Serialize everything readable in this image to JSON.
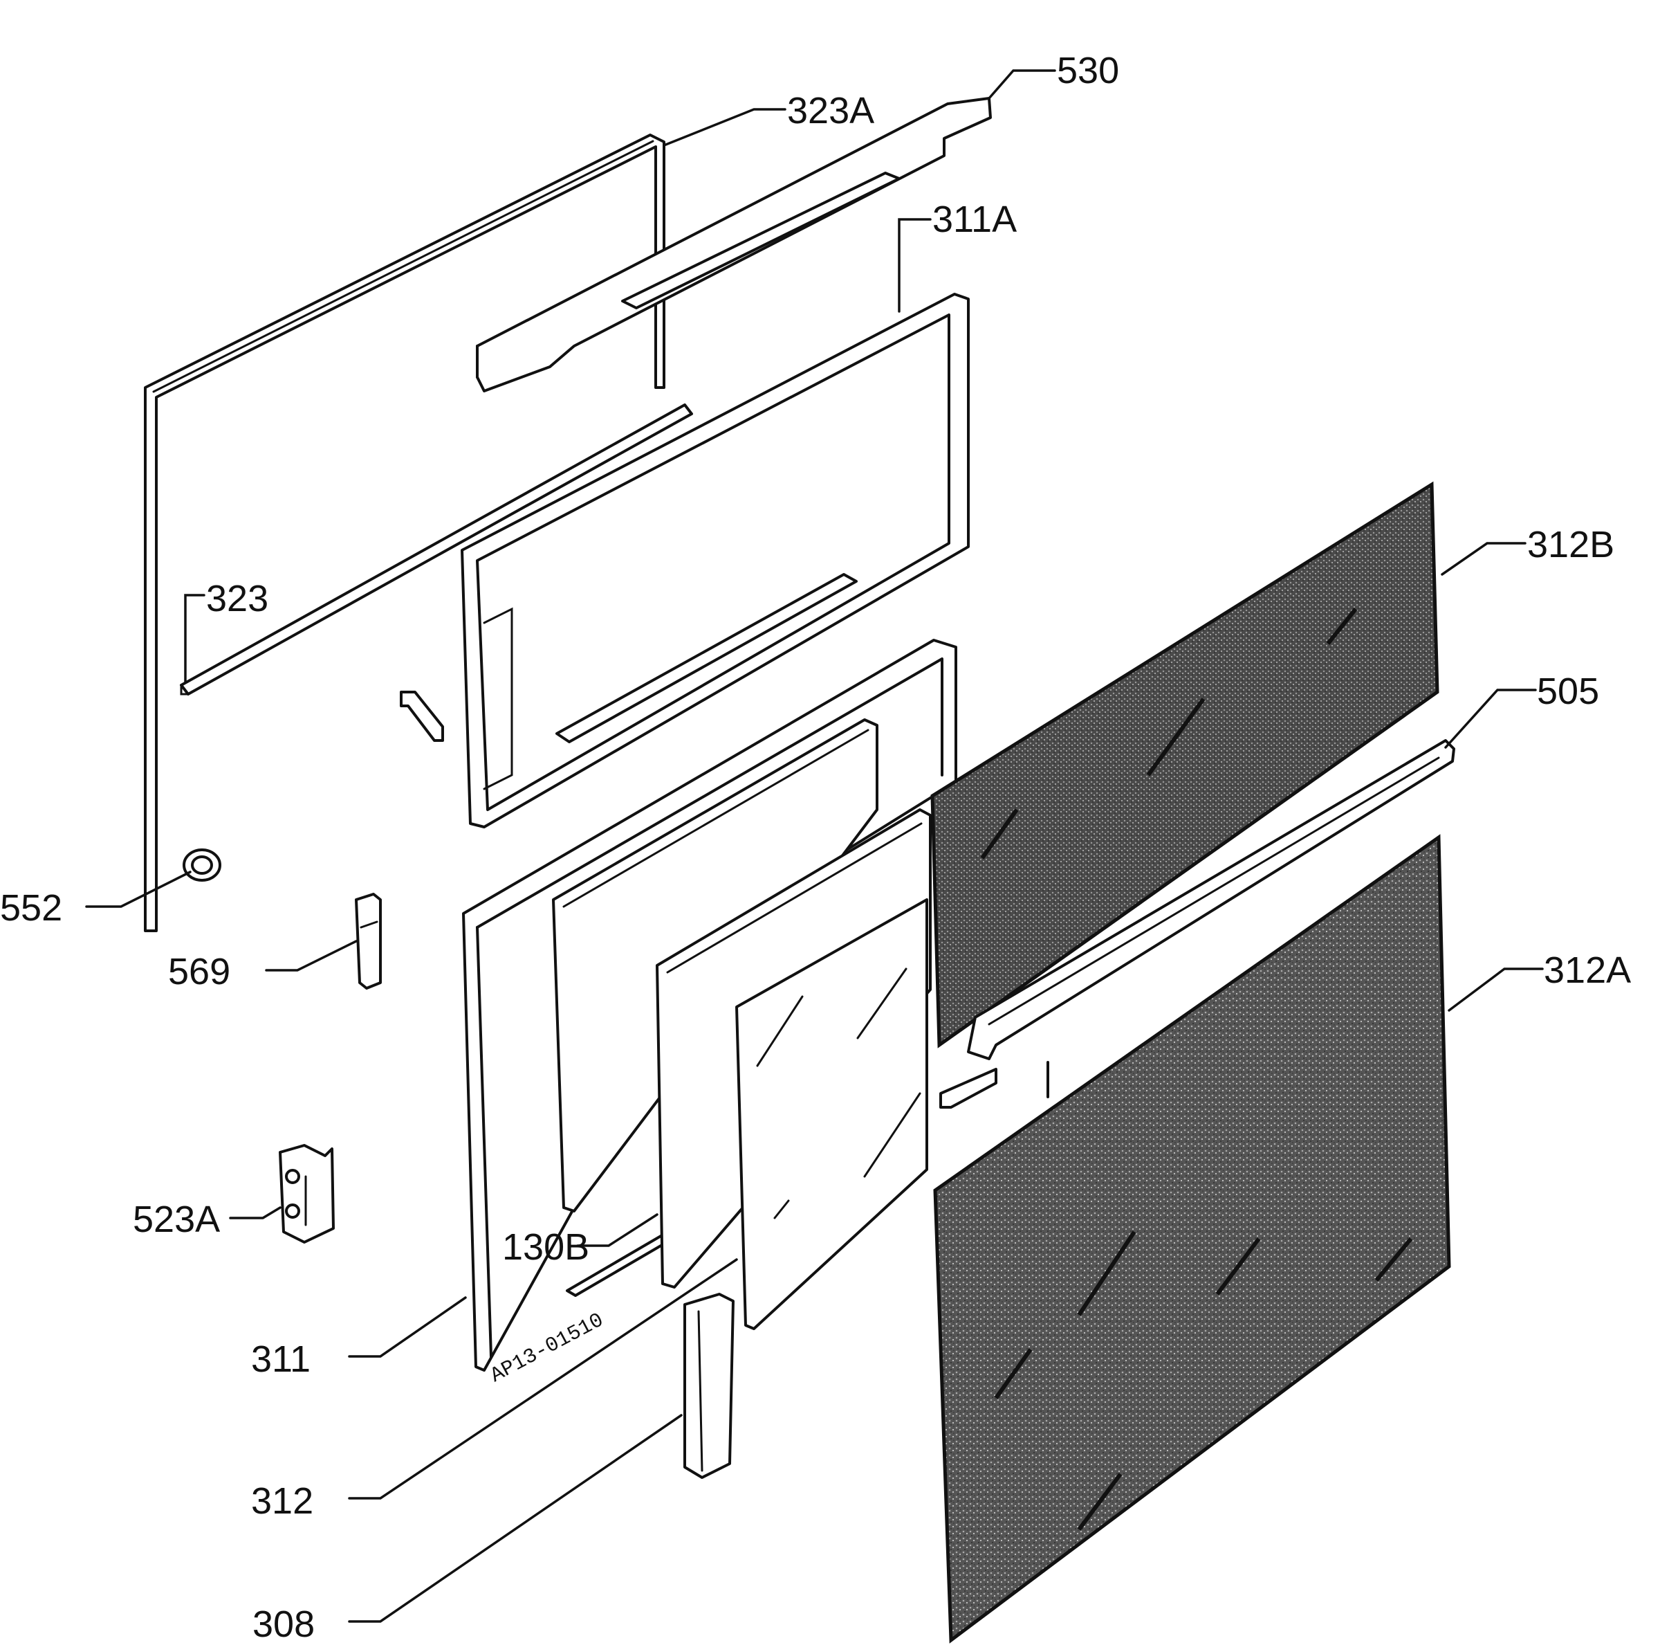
{
  "labels": {
    "l530": "530",
    "l323A": "323A",
    "l311A": "311A",
    "l323": "323",
    "l312B": "312B",
    "l505": "505",
    "l552": "552",
    "l569": "569",
    "l312A": "312A",
    "l523A": "523A",
    "l130B": "130B",
    "l311": "311",
    "l312": "312",
    "l308": "308"
  },
  "drawing_code": "AP13-01510",
  "colors": {
    "ink": "#111111",
    "background": "#ffffff",
    "glass_dark": "#3a3a3a"
  }
}
